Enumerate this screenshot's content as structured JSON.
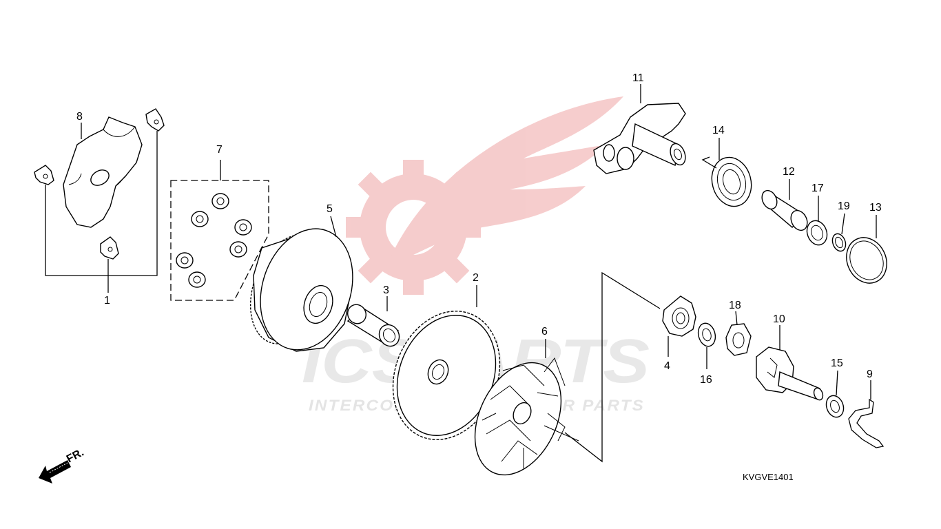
{
  "diagram": {
    "code": "KVGVE1401",
    "front_marker": "FR.",
    "labels": {
      "p1": "1",
      "p2": "2",
      "p3": "3",
      "p4": "4",
      "p5": "5",
      "p6": "6",
      "p7": "7",
      "p8": "8",
      "p9": "9",
      "p10": "10",
      "p11": "11",
      "p12": "12",
      "p13": "13",
      "p14": "14",
      "p15": "15",
      "p16": "16",
      "p17": "17",
      "p18": "18",
      "p19": "19"
    }
  },
  "watermark": {
    "brand": "ICSPARTS",
    "tagline": "INTERCONTINENTAL MOTOR PARTS",
    "colors": {
      "logo": "#f2b8b8",
      "text": "#e6e6e6"
    }
  }
}
